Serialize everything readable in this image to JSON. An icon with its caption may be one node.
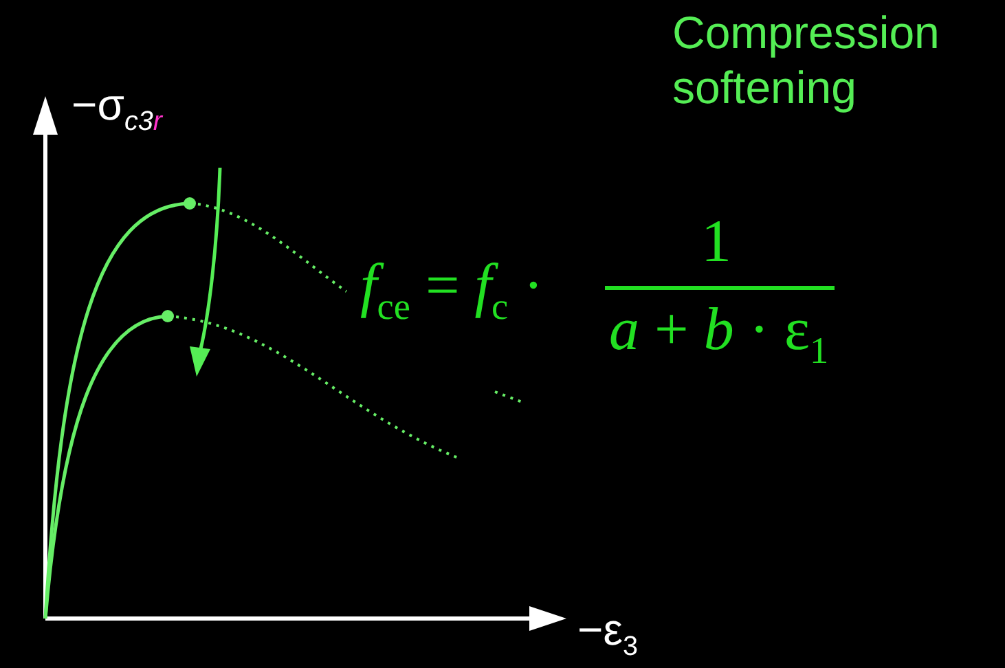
{
  "diagram": {
    "labels": [
      "Compression softening",
      "−σ$_{c3r}$",
      "*f*$_{ce}$ = *f*$_{c}$ ·",
      "1",
      "*a* + *b* · ε$_{1}$",
      "−ε$_{3}$"
    ]
  }
}
